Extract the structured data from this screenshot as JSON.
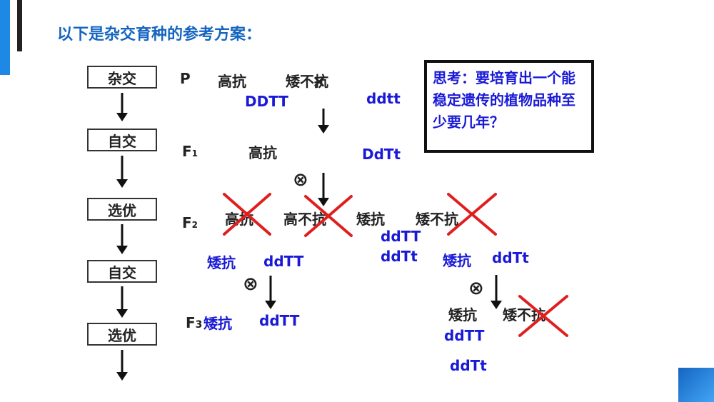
{
  "title": "以下是杂交育种的参考方案：",
  "steps": [
    "杂交",
    "自交",
    "选优",
    "自交",
    "选优"
  ],
  "generations": {
    "p": "P",
    "f1": "F",
    "f1_sub": "1",
    "f2": "F",
    "f2_sub": "2",
    "f3": "F",
    "f3_sub": "3"
  },
  "p_row": {
    "parent1_pheno": "高抗",
    "parent1_geno": "DDTT",
    "cross": "×",
    "parent2_pheno": "矮不抗",
    "parent2_geno": "ddtt"
  },
  "f1_row": {
    "pheno": "高抗",
    "geno": "DdTt"
  },
  "self_symbol": "⊗",
  "f2_row": {
    "phenotypes": [
      "高抗",
      "高不抗",
      "矮抗",
      "矮不抗"
    ],
    "selected_genos": [
      "ddTT",
      "ddTt"
    ]
  },
  "f2_selected": {
    "left_pheno": "矮抗",
    "left_geno": "ddTT",
    "right_pheno": "矮抗",
    "right_geno": "ddTt"
  },
  "f3_row": {
    "left_pheno": "矮抗",
    "left_geno": "ddTT",
    "right_pheno1": "矮抗",
    "right_pheno2": "矮不抗",
    "right_genos": [
      "ddTT",
      "ddTt"
    ]
  },
  "think_box": {
    "text": "思考：要培育出一个能稳定遗传的植物品种至少要几年？"
  },
  "colors": {
    "title": "#1565c0",
    "genotype": "#1a1ad6",
    "strike": "#e01e1e",
    "accent": "#1e88e5"
  }
}
